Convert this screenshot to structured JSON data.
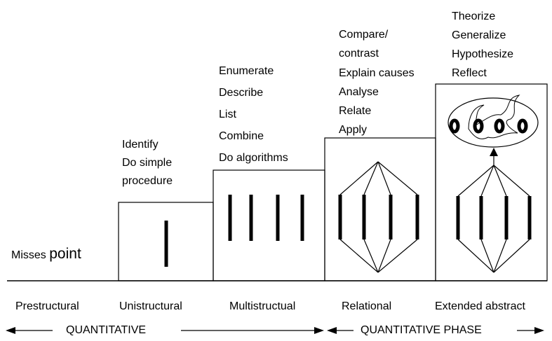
{
  "stages": [
    {
      "name": "Prestructural",
      "verbs": []
    },
    {
      "name": "Unistructural",
      "verbs": [
        "Identify",
        "Do simple",
        "procedure"
      ]
    },
    {
      "name": "Multistructual",
      "verbs": [
        "Enumerate",
        "Describe",
        "List",
        "Combine",
        "Do algorithms"
      ]
    },
    {
      "name": "Relational",
      "verbs": [
        "Compare/",
        "contrast",
        "Explain causes",
        "Analyse",
        "Relate",
        "Apply"
      ]
    },
    {
      "name": "Extended abstract",
      "verbs": [
        "Theorize",
        "Generalize",
        "Hypothesize",
        "Reflect"
      ]
    }
  ],
  "prestructural_note": {
    "word1": "Misses",
    "word2": "point"
  },
  "phases": {
    "left": "QUANTITATIVE",
    "right": "QUANTITATIVE PHASE"
  }
}
